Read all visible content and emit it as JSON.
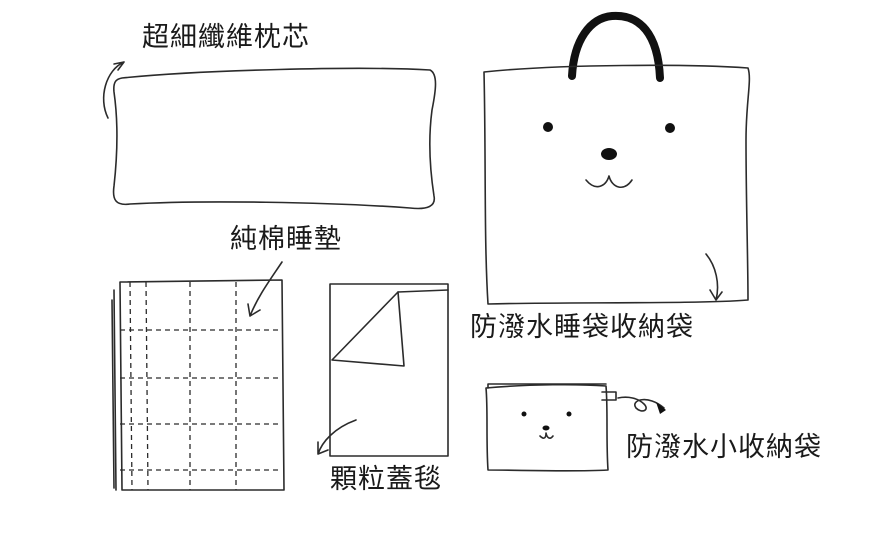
{
  "items": {
    "pillow": {
      "label": "超細纖維枕芯"
    },
    "mattress": {
      "label": "純棉睡墊"
    },
    "blanket": {
      "label": "顆粒蓋毯"
    },
    "sleeping_bag_storage": {
      "label": "防潑水睡袋收納袋"
    },
    "small_storage_bag": {
      "label": "防潑水小收納袋"
    }
  },
  "colors": {
    "line": "#2b2b2b",
    "handle": "#111111",
    "background": "#ffffff"
  }
}
